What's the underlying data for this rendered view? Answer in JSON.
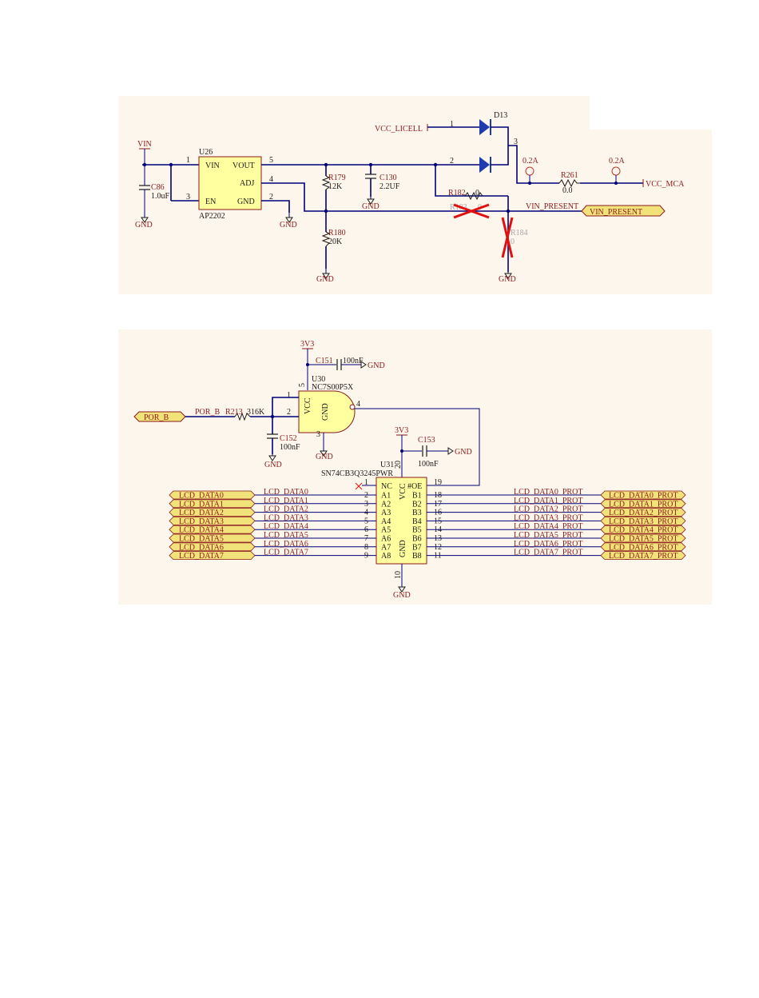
{
  "colors": {
    "panel": "#fdf6ec",
    "wire": "#00007a",
    "net_label": "#8b1a1a",
    "part_body": "#ffffa0",
    "part_border": "#8b1a1a",
    "port": "#f2e27a",
    "diode": "#1e3ab0",
    "dnp_cross": "#e01010"
  },
  "top": {
    "vin": "VIN",
    "c86_ref": "C86",
    "c86_val": "1.0uF",
    "u26_ref": "U26",
    "u26_val": "AP2202",
    "u26_pin_vin": "VIN",
    "u26_pin_vout": "VOUT",
    "u26_pin_adj": "ADJ",
    "u26_pin_en": "EN",
    "u26_pin_gnd": "GND",
    "pin1": "1",
    "pin3": "3",
    "pin5": "5",
    "pin4": "4",
    "pin2": "2",
    "r179_ref": "R179",
    "r179_val": "12K",
    "c130_ref": "C130",
    "c130_val": "2.2UF",
    "r180_ref": "R180",
    "r180_val": "20K",
    "vcc_licell": "VCC_LICELL",
    "d13_ref": "D13",
    "d13_pin1": "1",
    "d13_pin2": "2",
    "d13_pin3": "3",
    "r182_ref": "R182",
    "r182_val": "0",
    "r183_ref": "R183",
    "r183_val": "0",
    "r184_ref": "R184",
    "r184_val": "0",
    "tp1_label": "0.2A",
    "tp2_label": "0.2A",
    "r261_ref": "R261",
    "r261_val": "0.0",
    "vcc_mca": "VCC_MCA",
    "vin_present_net": "VIN_PRESENT",
    "vin_present_port": "VIN_PRESENT",
    "gnd": "GND"
  },
  "bottom": {
    "v3v3": "3V3",
    "c151_ref": "C151",
    "c151_val": "100nF",
    "u30_ref": "U30",
    "u30_val": "NC7S00P5X",
    "u30_vcc": "VCC",
    "u30_gnd": "GND",
    "u30_pin1": "1",
    "u30_pin2": "2",
    "u30_pin3": "3",
    "u30_pin4": "4",
    "u30_pin5": "5",
    "por_b_port": "POR_B",
    "por_b_net": "POR_B",
    "r213_ref": "R213",
    "r213_val": "316K",
    "c152_ref": "C152",
    "c152_val": "100nF",
    "c153_ref": "C153",
    "c153_val": "100nF",
    "u31_ref": "U31",
    "u31_val": "SN74CB3Q3245PWR",
    "u31_vcc": "VCC",
    "u31_gnd": "GND",
    "u31_pin20": "20",
    "u31_pin10": "10",
    "u31_pin1": "1",
    "u31_pin19": "19",
    "u31_nc": "NC",
    "u31_oe": "#OE",
    "gnd": "GND",
    "channels": [
      {
        "port_in": "LCD_DATA0",
        "net_in": "LCD_DATA0",
        "pin_a": "2",
        "name_a": "A1",
        "name_b": "B1",
        "pin_b": "18",
        "net_out": "LCD_DATA0_PROT",
        "port_out": "LCD_DATA0_PROT"
      },
      {
        "port_in": "LCD_DATA1",
        "net_in": "LCD_DATA1",
        "pin_a": "3",
        "name_a": "A2",
        "name_b": "B2",
        "pin_b": "17",
        "net_out": "LCD_DATA1_PROT",
        "port_out": "LCD_DATA1_PROT"
      },
      {
        "port_in": "LCD_DATA2",
        "net_in": "LCD_DATA2",
        "pin_a": "4",
        "name_a": "A3",
        "name_b": "B3",
        "pin_b": "16",
        "net_out": "LCD_DATA2_PROT",
        "port_out": "LCD_DATA2_PROT"
      },
      {
        "port_in": "LCD_DATA3",
        "net_in": "LCD_DATA3",
        "pin_a": "5",
        "name_a": "A4",
        "name_b": "B4",
        "pin_b": "15",
        "net_out": "LCD_DATA3_PROT",
        "port_out": "LCD_DATA3_PROT"
      },
      {
        "port_in": "LCD_DATA4",
        "net_in": "LCD_DATA4",
        "pin_a": "6",
        "name_a": "A5",
        "name_b": "B5",
        "pin_b": "14",
        "net_out": "LCD_DATA4_PROT",
        "port_out": "LCD_DATA4_PROT"
      },
      {
        "port_in": "LCD_DATA5",
        "net_in": "LCD_DATA5",
        "pin_a": "7",
        "name_a": "A6",
        "name_b": "B6",
        "pin_b": "13",
        "net_out": "LCD_DATA5_PROT",
        "port_out": "LCD_DATA5_PROT"
      },
      {
        "port_in": "LCD_DATA6",
        "net_in": "LCD_DATA6",
        "pin_a": "8",
        "name_a": "A7",
        "name_b": "B7",
        "pin_b": "12",
        "net_out": "LCD_DATA6_PROT",
        "port_out": "LCD_DATA6_PROT"
      },
      {
        "port_in": "LCD_DATA7",
        "net_in": "LCD_DATA7",
        "pin_a": "9",
        "name_a": "A8",
        "name_b": "B8",
        "pin_b": "11",
        "net_out": "LCD_DATA7_PROT",
        "port_out": "LCD_DATA7_PROT"
      }
    ]
  }
}
